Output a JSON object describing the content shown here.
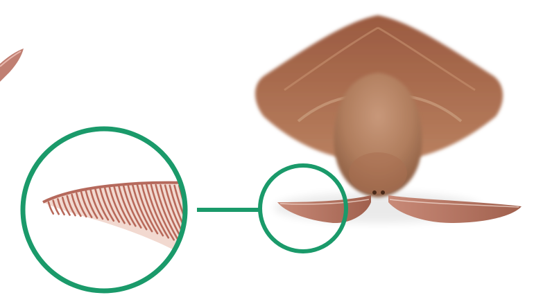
{
  "image": {
    "subject": "moth-with-feathered-antennae",
    "elements": [
      "moth-body",
      "moth-wings",
      "left-antenna",
      "right-antenna",
      "magnifier-circle-large",
      "magnifier-circle-small",
      "connector-line",
      "partial-antenna-left-edge"
    ]
  },
  "colors": {
    "background": "#ffffff",
    "highlight_green": "#1a9a6a",
    "moth_body": "#b07d5d",
    "moth_wing": "#a0694c",
    "antenna": "#b9735f",
    "antenna_light": "#efd6cc"
  }
}
